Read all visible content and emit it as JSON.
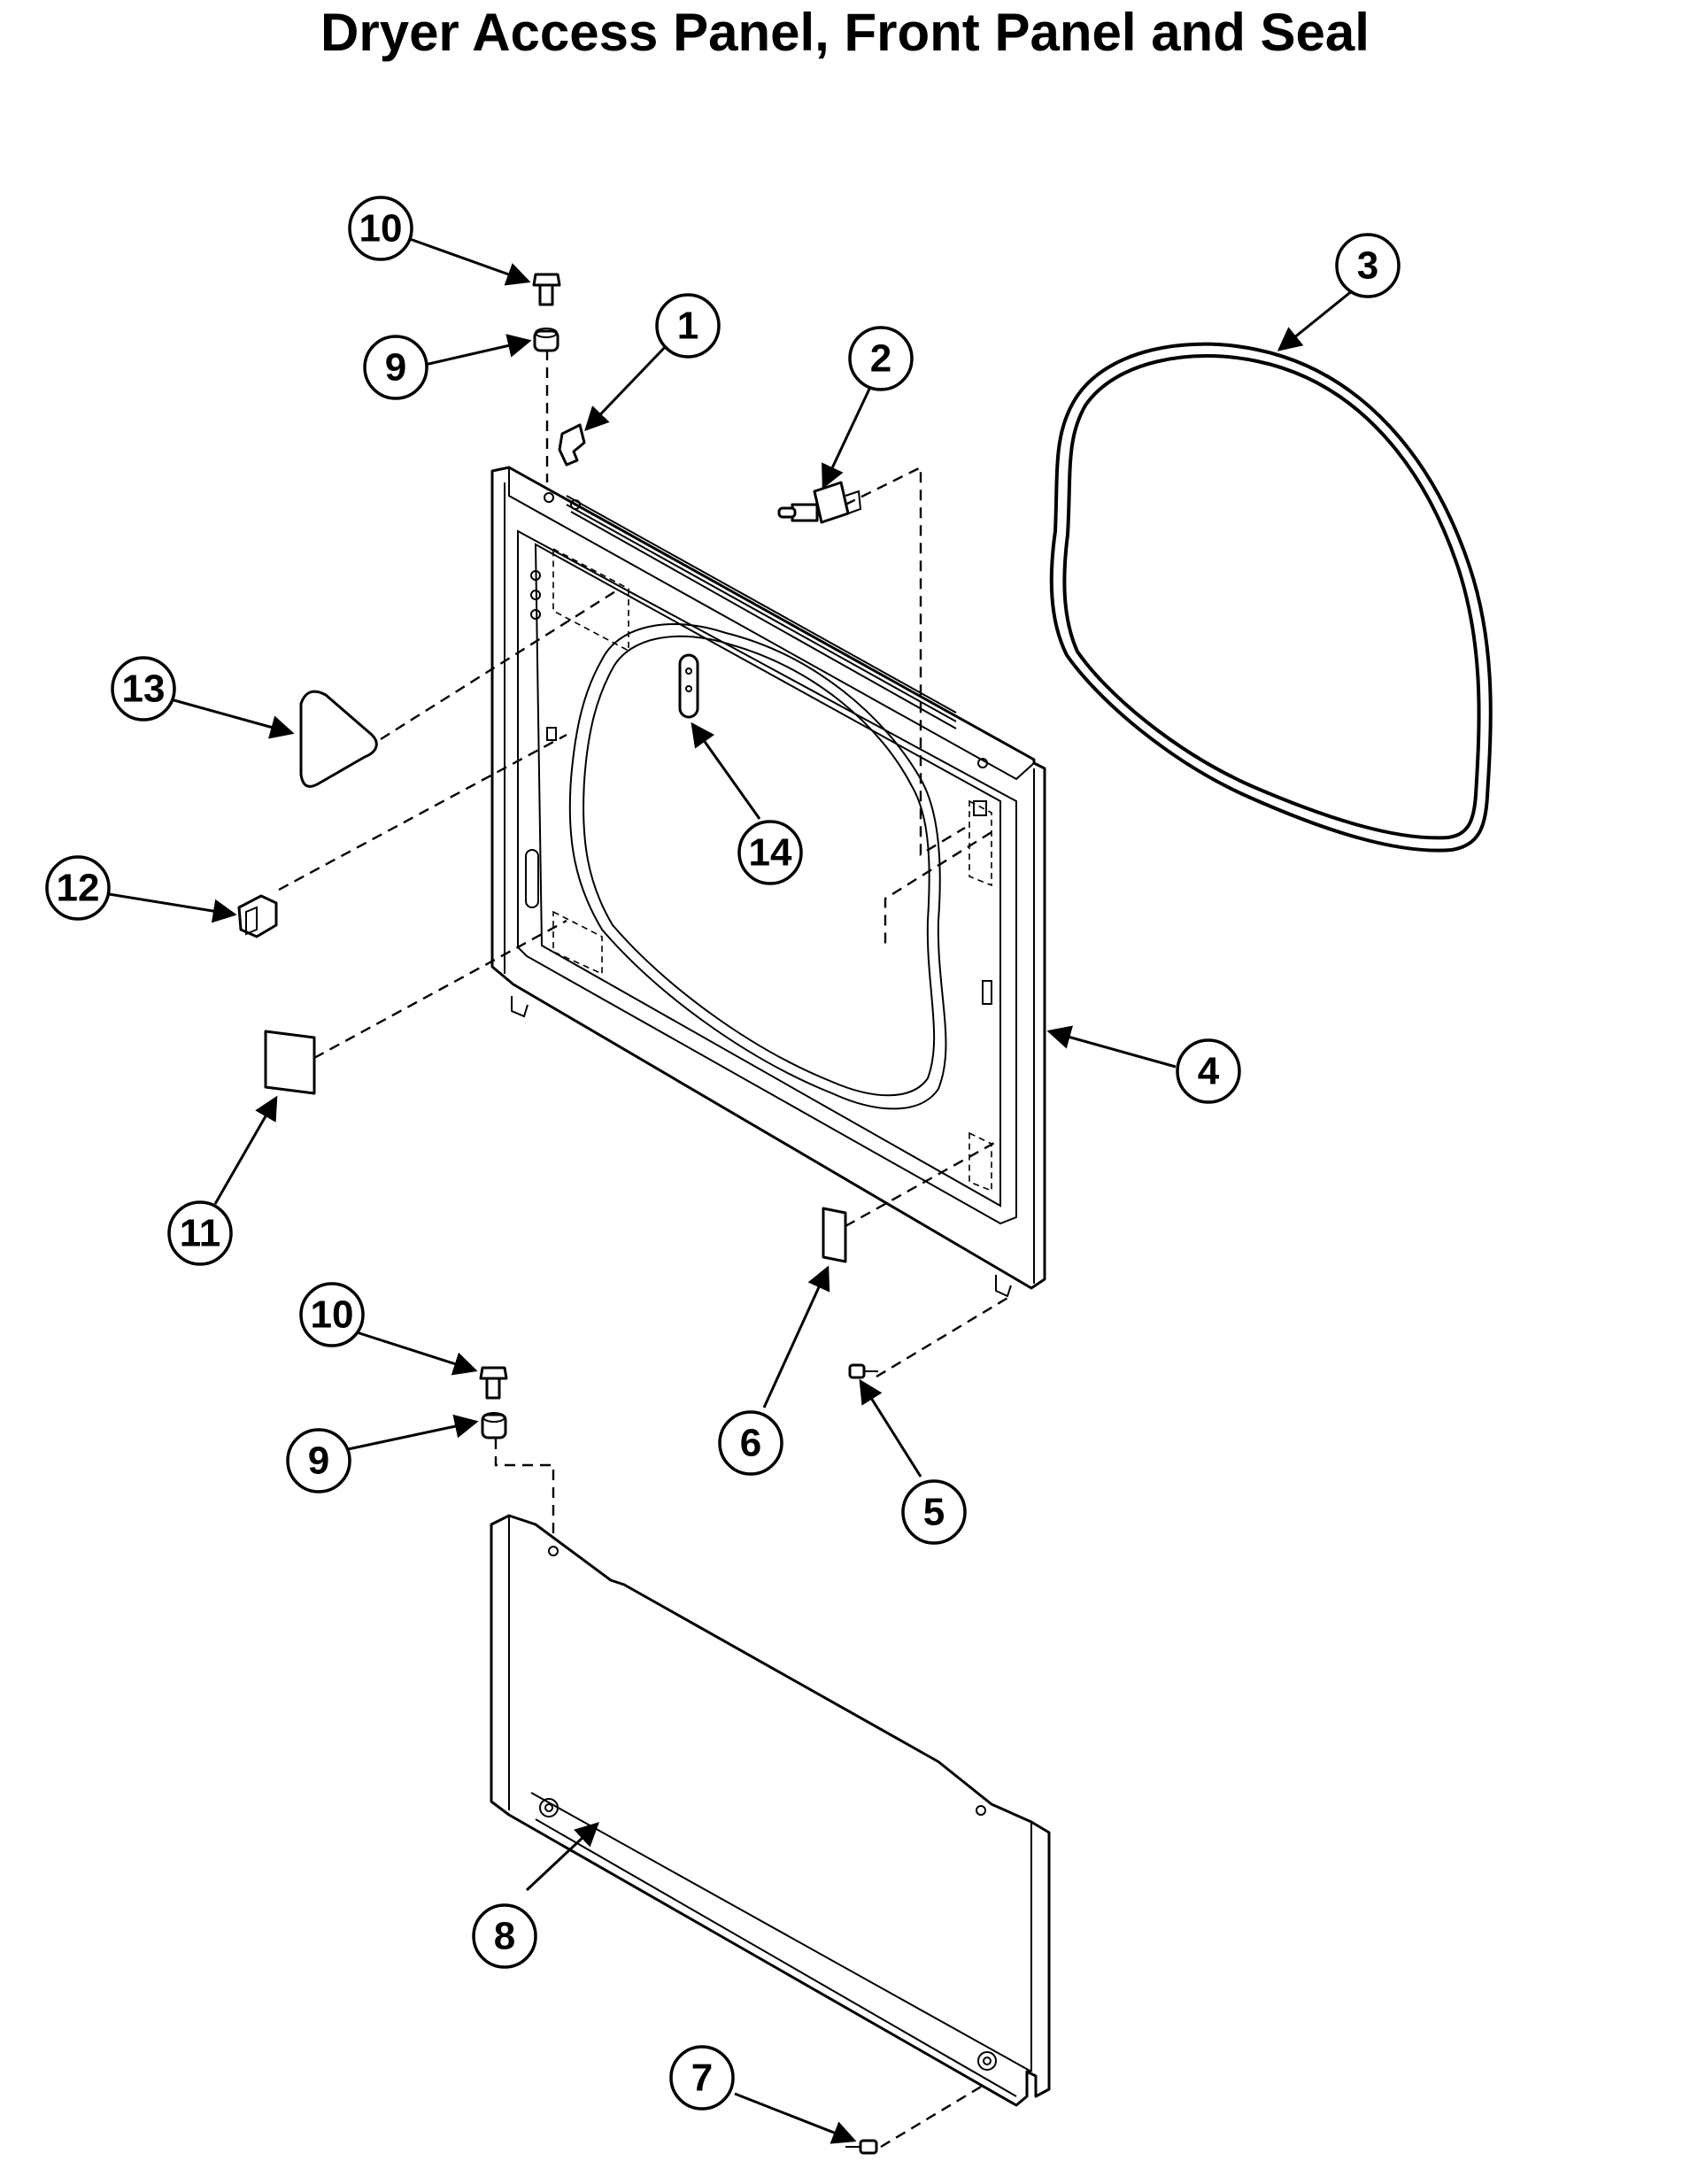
{
  "title": "Dryer Access Panel, Front Panel and Seal",
  "callouts": [
    {
      "label": "10"
    },
    {
      "label": "9"
    },
    {
      "label": "1"
    },
    {
      "label": "2"
    },
    {
      "label": "3"
    },
    {
      "label": "13"
    },
    {
      "label": "14"
    },
    {
      "label": "12"
    },
    {
      "label": "4"
    },
    {
      "label": "11"
    },
    {
      "label": "10"
    },
    {
      "label": "9"
    },
    {
      "label": "6"
    },
    {
      "label": "5"
    },
    {
      "label": "8"
    },
    {
      "label": "7"
    }
  ]
}
